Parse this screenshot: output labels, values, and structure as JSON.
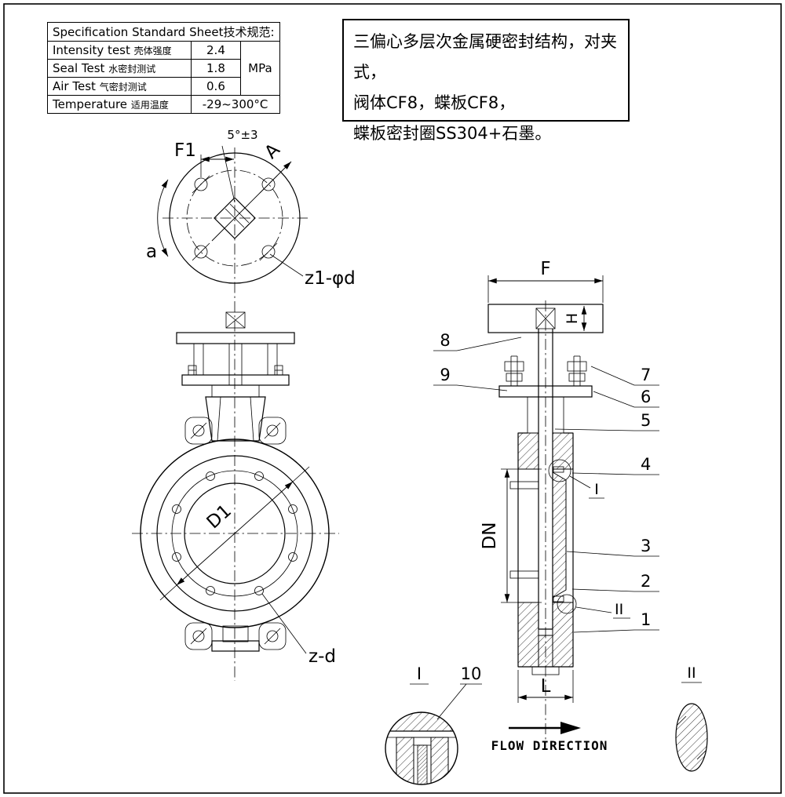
{
  "page": {
    "background": "#ffffff",
    "line_color": "#000000"
  },
  "spec_table": {
    "title": "Specification Standard Sheet技术规范:",
    "rows": [
      {
        "en": "Intensity test",
        "cn": "壳体强度",
        "value": "2.4"
      },
      {
        "en": "Seal Test",
        "cn": "水密封测试",
        "value": "1.8"
      },
      {
        "en": "Air Test",
        "cn": "气密封测试",
        "value": "0.6"
      }
    ],
    "unit": "MPa",
    "temp_en": "Temperature",
    "temp_cn": "适用温度",
    "temp_value": "-29~300°C"
  },
  "notes": {
    "line1": "三偏心多层次金属硬密封结构，对夹式，",
    "line2": "阀体CF8，蝶板CF8，",
    "line3": "蝶板密封圈SS304+石墨。"
  },
  "dims": {
    "f1": "F1",
    "a_diag": "A",
    "angle": "5°±3",
    "a_arc": "a",
    "z1": "z1-φd",
    "d1": "D1",
    "zd": "z-d",
    "f": "F",
    "h": "H",
    "dn": "DN",
    "l": "L"
  },
  "callouts": {
    "c1": "1",
    "c2": "2",
    "c3": "3",
    "c4": "4",
    "c5": "5",
    "c6": "6",
    "c7": "7",
    "c8": "8",
    "c9": "9",
    "c10": "10",
    "ref_i": "I",
    "ref_ii": "II",
    "detail_i_title": "I",
    "detail_ii_title": "II"
  },
  "flow_label": "FLOW DIRECTION"
}
